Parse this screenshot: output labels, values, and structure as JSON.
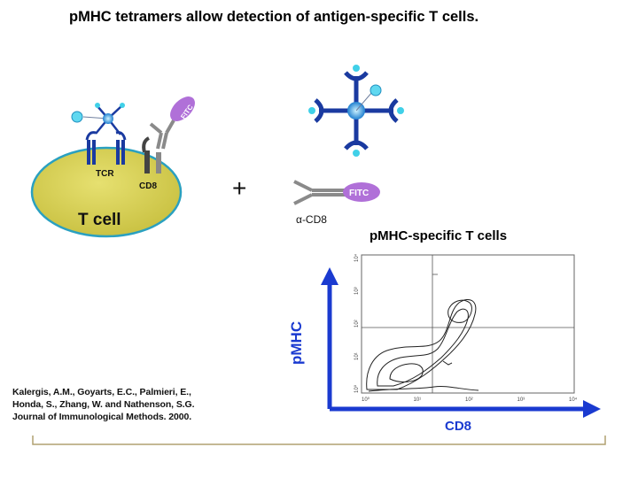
{
  "slide": {
    "title": "pMHC tetramers allow detection of antigen-specific T cells."
  },
  "cell_diagram": {
    "cell_label": "T cell",
    "tcr_label": "TCR",
    "cd8_label": "CD8",
    "fitc_label": "FITC",
    "plus_sign": "+",
    "antibody_label": "α-CD8",
    "antibody_fitc_label": "FITC"
  },
  "plot": {
    "title": "pMHC-specific T cells",
    "y_axis_label": "pMHC",
    "x_axis_label": "CD8",
    "x_ticks": [
      "10⁰",
      "10¹",
      "10²",
      "10³",
      "10⁴"
    ],
    "y_ticks": [
      "10⁰",
      "10¹",
      "10²",
      "10³",
      "10⁴"
    ]
  },
  "citation": {
    "lines": [
      "Kalergis, A.M., Goyarts, E.C., Palmieri, E.,",
      "Honda, S., Zhang, W. and Nathenson, S.G.",
      "Journal of Immunological Methods. 2000."
    ]
  },
  "colors": {
    "cell_fill": "#d8d050",
    "cell_stroke": "#2aa0c0",
    "receptor_blue": "#1a3aa0",
    "peptide_cyan": "#40d0e8",
    "fitc_purple": "#b070d8",
    "antibody_gray": "#8a8a8a",
    "axis_blue": "#1a3ad0",
    "bracket": "#b0a070"
  }
}
